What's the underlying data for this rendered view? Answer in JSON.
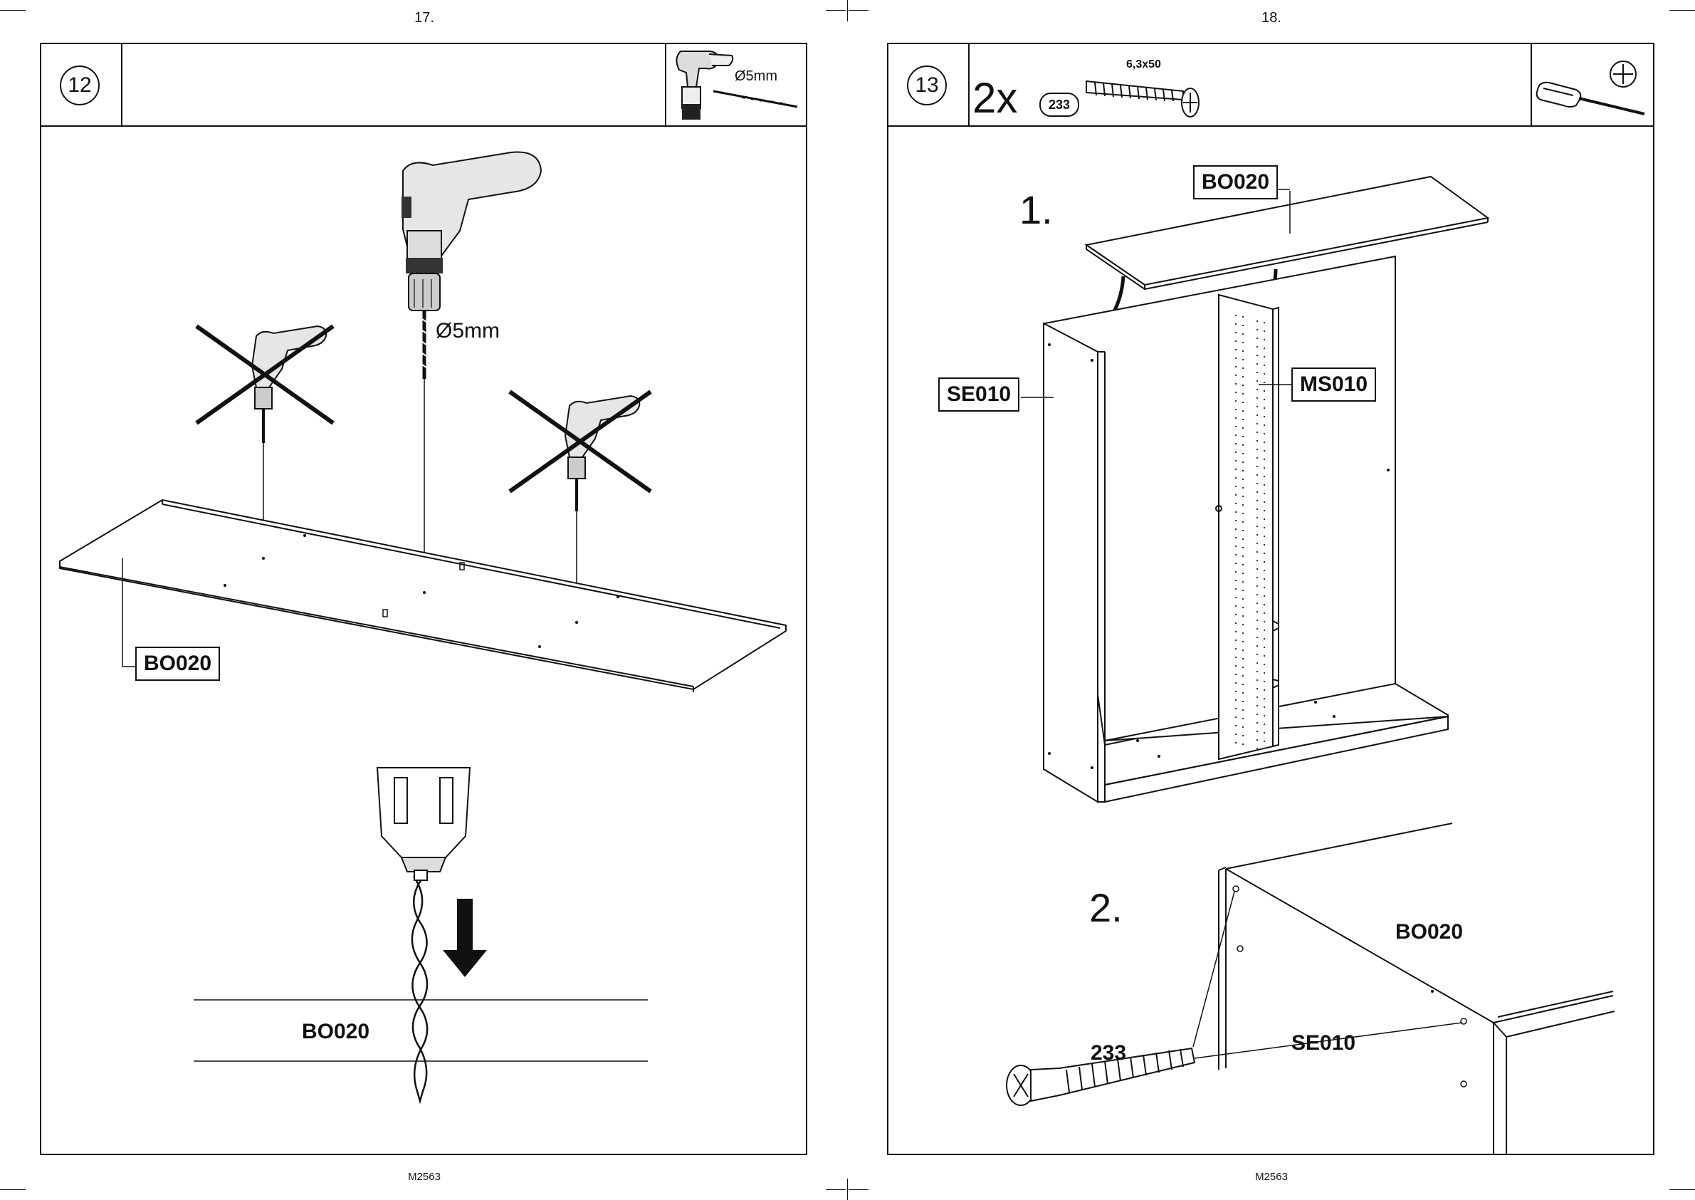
{
  "left_page": {
    "page_number": "17.",
    "footer": "M2563",
    "step_number": "12",
    "tool_diameter": "Ø5mm",
    "drill_diameter": "Ø5mm",
    "labels": {
      "panel_top": "BO020",
      "panel_section": "BO020"
    },
    "icons": [
      "drill-icon",
      "drill-bit-icon",
      "cross-mark-icon",
      "arrow-down-icon"
    ]
  },
  "right_page": {
    "page_number": "18.",
    "footer": "M2563",
    "step_number": "13",
    "quantity": "2x",
    "part_number": "233",
    "screw_size": "6,3x50",
    "substep_1": "1.",
    "substep_2": "2.",
    "labels": {
      "top_panel": "BO020",
      "side_panel": "SE010",
      "middle_panel": "MS010",
      "detail_top": "BO020",
      "detail_side": "SE010",
      "detail_screw": "233"
    },
    "icons": [
      "screw-icon",
      "screwdriver-icon",
      "phillips-head-icon",
      "curved-arrow-icon"
    ]
  }
}
